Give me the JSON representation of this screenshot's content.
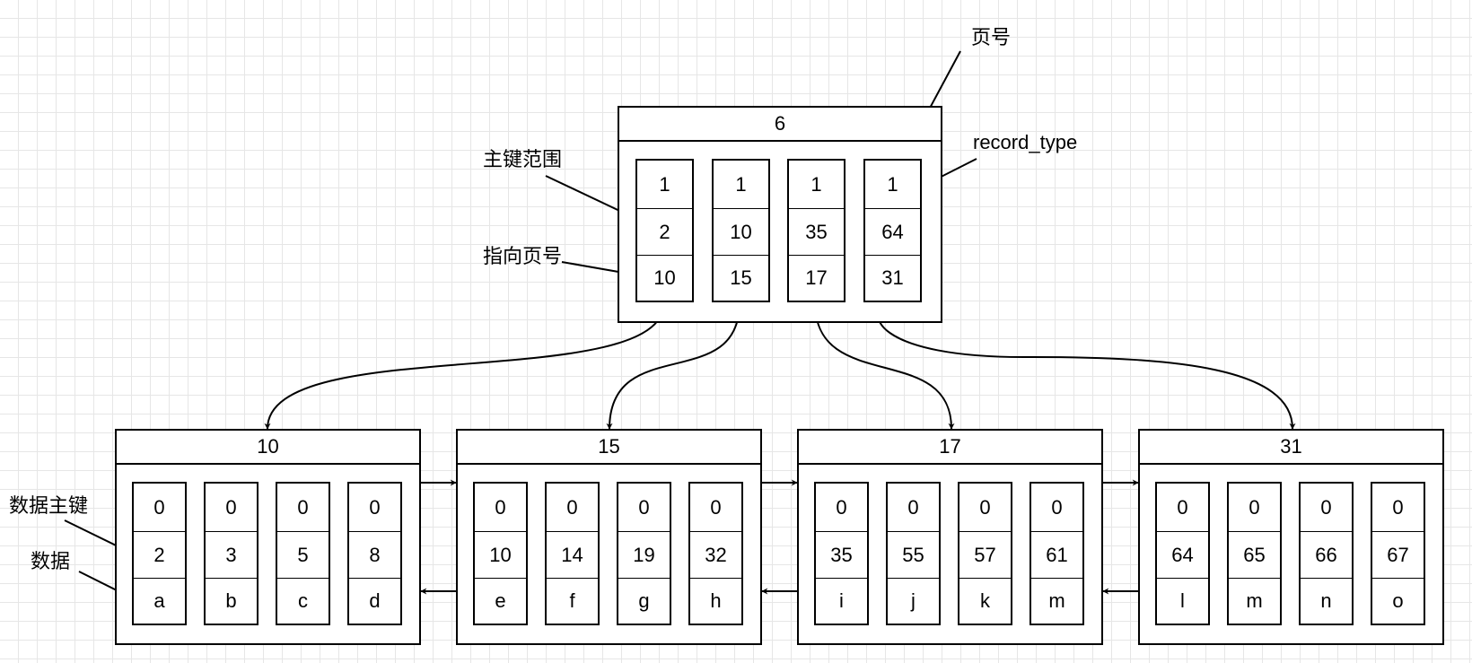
{
  "root": {
    "page_no": "6",
    "records": [
      {
        "type": "1",
        "key": "2",
        "ptr": "10"
      },
      {
        "type": "1",
        "key": "10",
        "ptr": "15"
      },
      {
        "type": "1",
        "key": "35",
        "ptr": "17"
      },
      {
        "type": "1",
        "key": "64",
        "ptr": "31"
      }
    ]
  },
  "leaves": [
    {
      "page_no": "10",
      "records": [
        {
          "type": "0",
          "key": "2",
          "data": "a"
        },
        {
          "type": "0",
          "key": "3",
          "data": "b"
        },
        {
          "type": "0",
          "key": "5",
          "data": "c"
        },
        {
          "type": "0",
          "key": "8",
          "data": "d"
        }
      ]
    },
    {
      "page_no": "15",
      "records": [
        {
          "type": "0",
          "key": "10",
          "data": "e"
        },
        {
          "type": "0",
          "key": "14",
          "data": "f"
        },
        {
          "type": "0",
          "key": "19",
          "data": "g"
        },
        {
          "type": "0",
          "key": "32",
          "data": "h"
        }
      ]
    },
    {
      "page_no": "17",
      "records": [
        {
          "type": "0",
          "key": "35",
          "data": "i"
        },
        {
          "type": "0",
          "key": "55",
          "data": "j"
        },
        {
          "type": "0",
          "key": "57",
          "data": "k"
        },
        {
          "type": "0",
          "key": "61",
          "data": "m"
        }
      ]
    },
    {
      "page_no": "31",
      "records": [
        {
          "type": "0",
          "key": "64",
          "data": "l"
        },
        {
          "type": "0",
          "key": "65",
          "data": "m"
        },
        {
          "type": "0",
          "key": "66",
          "data": "n"
        },
        {
          "type": "0",
          "key": "67",
          "data": "o"
        }
      ]
    }
  ],
  "annotations": {
    "page_no": "页号",
    "record_type": "record_type",
    "key_range": "主键范围",
    "points_to_page": "指向页号",
    "data_key": "数据主键",
    "data": "数据"
  }
}
